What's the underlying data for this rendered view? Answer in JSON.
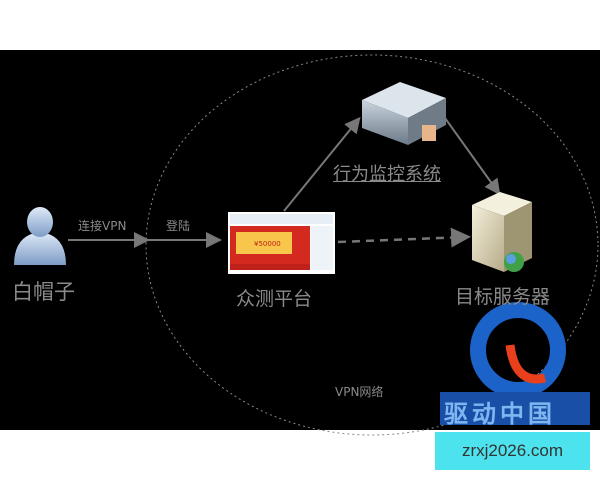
{
  "nodes": {
    "user": {
      "label": "白帽子",
      "icon": "user-icon"
    },
    "platform": {
      "label": "众测平台",
      "icon": "website-screenshot",
      "banner_text": "¥50000"
    },
    "monitor": {
      "label": "行为监控系统",
      "icon": "rack-server-icon"
    },
    "target": {
      "label": "目标服务器",
      "icon": "server-globe-icon"
    }
  },
  "edges": {
    "connect_vpn": "连接VPN",
    "login": "登陆"
  },
  "region_label": "VPN网络",
  "logo": {
    "text": "驱动中国",
    "colors": [
      "#1c63c9",
      "#e8401c"
    ]
  },
  "watermark": {
    "text": "zrxj2026.com",
    "color": "#4de3ee"
  }
}
